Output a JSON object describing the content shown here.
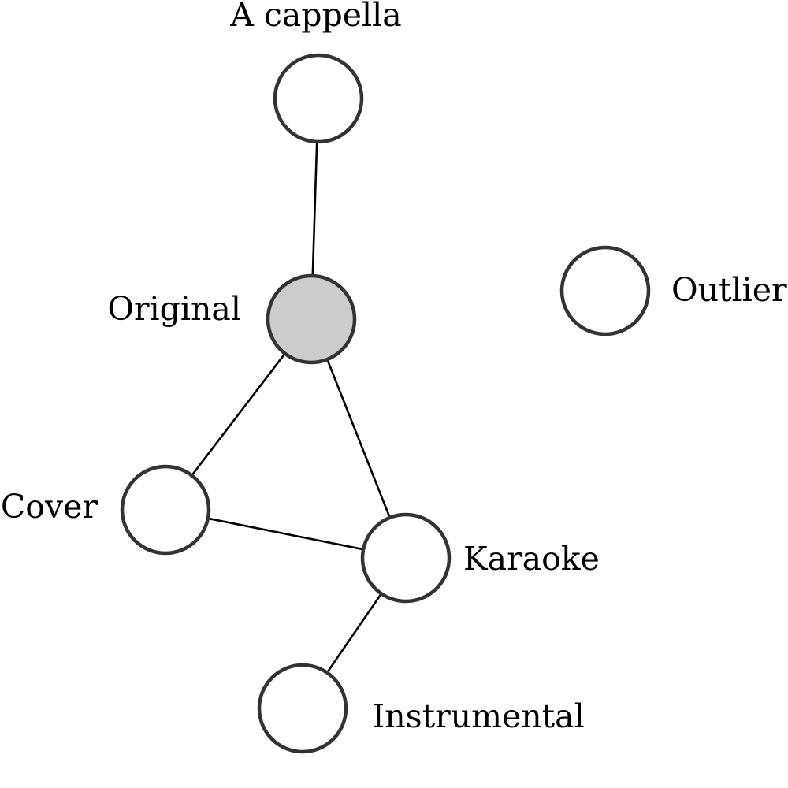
{
  "diagram": {
    "type": "undirected-graph",
    "colors": {
      "node_fill": "#ffffff",
      "highlight_fill": "#cccccc",
      "node_stroke": "#333333",
      "edge": "#000000",
      "text": "#000000"
    },
    "nodes": [
      {
        "id": "acappella",
        "label": "A cappella",
        "highlighted": false
      },
      {
        "id": "original",
        "label": "Original",
        "highlighted": true
      },
      {
        "id": "outlier",
        "label": "Outlier",
        "highlighted": false
      },
      {
        "id": "cover",
        "label": "Cover",
        "highlighted": false
      },
      {
        "id": "karaoke",
        "label": "Karaoke",
        "highlighted": false
      },
      {
        "id": "instrumental",
        "label": "Instrumental",
        "highlighted": false
      }
    ],
    "edges": [
      {
        "from": "acappella",
        "to": "original"
      },
      {
        "from": "original",
        "to": "cover"
      },
      {
        "from": "original",
        "to": "karaoke"
      },
      {
        "from": "cover",
        "to": "karaoke"
      },
      {
        "from": "karaoke",
        "to": "instrumental"
      }
    ]
  }
}
